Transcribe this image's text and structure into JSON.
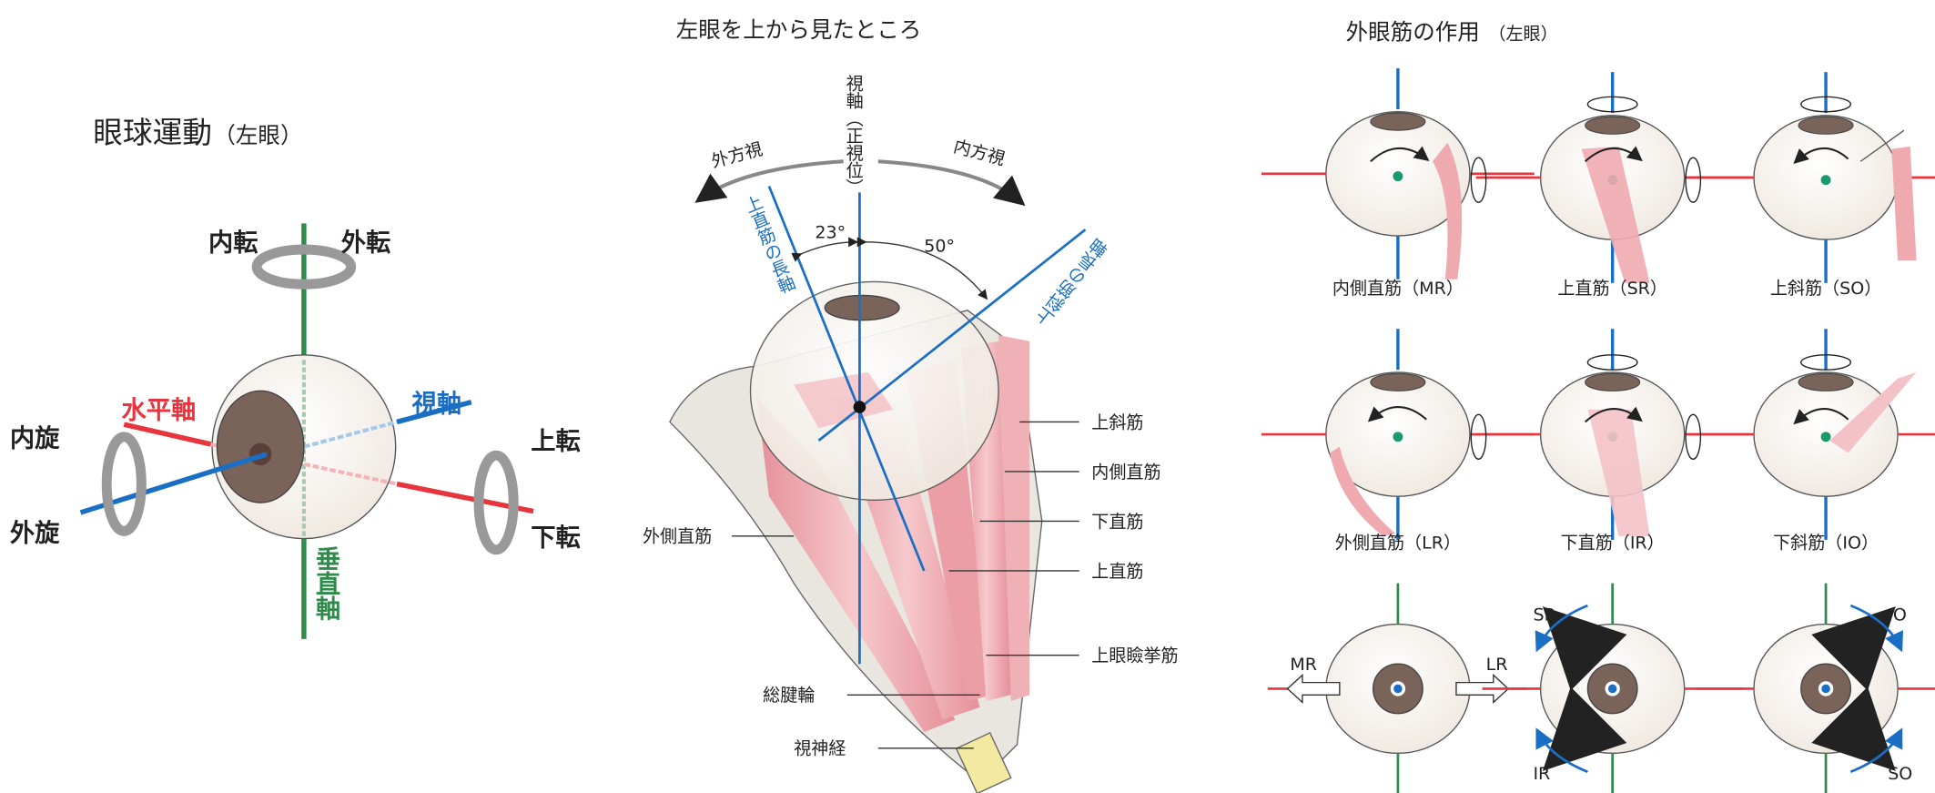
{
  "left_panel": {
    "title": "眼球運動",
    "title_paren": "（左眼）",
    "axes": {
      "horizontal": "水平軸",
      "visual": "視軸",
      "vertical": "垂直軸"
    },
    "movements": {
      "adduction": "内転",
      "abduction": "外転",
      "intorsion": "内旋",
      "extorsion": "外旋",
      "elevation": "上転",
      "depression": "下転"
    }
  },
  "middle_panel": {
    "title": "左眼を上から見たところ",
    "visual_axis": "視軸（正視位）",
    "outward_gaze": "外方視",
    "inward_gaze": "内方視",
    "angle_sr": "23°",
    "angle_so": "50°",
    "sr_axis": "上直筋の長軸",
    "so_axis": "上斜筋の長軸",
    "labels": {
      "superior_oblique": "上斜筋",
      "medial_rectus": "内側直筋",
      "inferior_rectus": "下直筋",
      "superior_rectus": "上直筋",
      "levator": "上眼瞼挙筋",
      "lateral_rectus": "外側直筋",
      "annulus": "総腱輪",
      "optic_nerve": "視神経"
    }
  },
  "right_panel": {
    "title": "外眼筋の作用",
    "title_paren": "（左眼）",
    "row1": [
      "内側直筋（MR）",
      "上直筋（SR）",
      "上斜筋（SO）"
    ],
    "row2": [
      "外側直筋（LR）",
      "下直筋（IR）",
      "下斜筋（IO）"
    ],
    "row3": {
      "mr": "MR",
      "lr": "LR",
      "sr": "SR",
      "ir": "IR",
      "io": "IO",
      "so": "SO"
    }
  },
  "colors": {
    "red_axis": "#e8343c",
    "blue_axis": "#1a6fc4",
    "green_axis": "#2e8b4a",
    "muscle": "#efaab0",
    "iris": "#7a6358"
  }
}
